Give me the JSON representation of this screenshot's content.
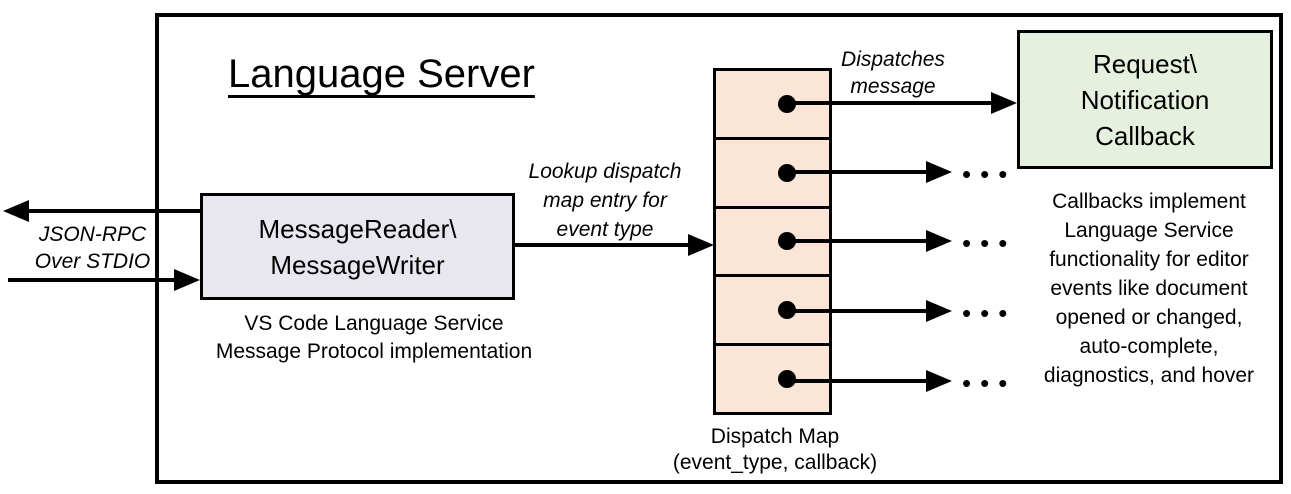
{
  "diagram": {
    "title": "Language Server"
  },
  "nodes": {
    "message_reader": {
      "label": "MessageReader\\\nMessageWriter",
      "caption": "VS Code Language Service\nMessage Protocol implementation",
      "fill": "#E8E7F0"
    },
    "dispatch_map": {
      "label": "Dispatch Map\n(event_type, callback)",
      "fill": "#FBE5D6",
      "row_count": 5
    },
    "callback": {
      "label": "Request\\\nNotification\nCallback",
      "caption": "Callbacks implement\nLanguage Service\nfunctionality for editor\nevents like document\nopened or changed,\nauto-complete,\ndiagnostics, and hover",
      "fill": "#E6F0DE"
    }
  },
  "annotations": {
    "io_label": "JSON-RPC\nOver STDIO",
    "lookup_label": "Lookup dispatch\nmap entry for\nevent type",
    "dispatch_label": "Dispatches\nmessage",
    "ellipsis": "•••"
  },
  "colors": {
    "border": "#000000",
    "reader_fill": "#E8E7F0",
    "map_fill": "#FBE5D6",
    "callback_fill": "#E6F0DE"
  }
}
